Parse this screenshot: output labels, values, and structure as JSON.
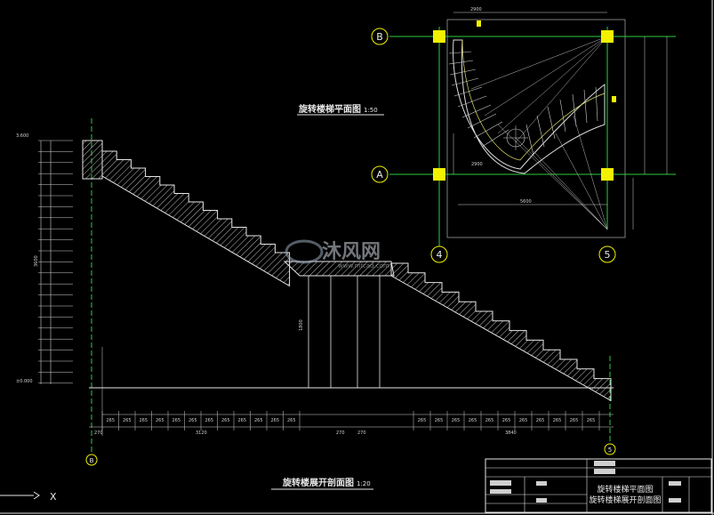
{
  "plan": {
    "title": "旋转楼梯平面图",
    "scale": "1:50",
    "axes": {
      "b": "B",
      "a": "A",
      "four": "4",
      "five": "5"
    },
    "dim_width": "5600",
    "dim_top": "2900",
    "dim_inner": "2900"
  },
  "section": {
    "title": "旋转楼展开剖面图",
    "scale": "1:20",
    "top_level": "3.600",
    "base_level": "±0.000",
    "total_height": "3600",
    "landing_height": "1800",
    "axes": {
      "b": "B",
      "five": "5"
    },
    "dims": {
      "left_edge": "270",
      "left_run": "3120",
      "mid_a": "270",
      "mid_b": "270",
      "right_run": "3840"
    },
    "tread_label": "265"
  },
  "watermark": {
    "brand": "沐风网",
    "url": "www.mfcad.com"
  },
  "ucs": {
    "x_label": "X"
  },
  "title_block": {
    "line1": "旋转楼梯平面图",
    "line2": "旋转楼梯展开剖面图"
  }
}
